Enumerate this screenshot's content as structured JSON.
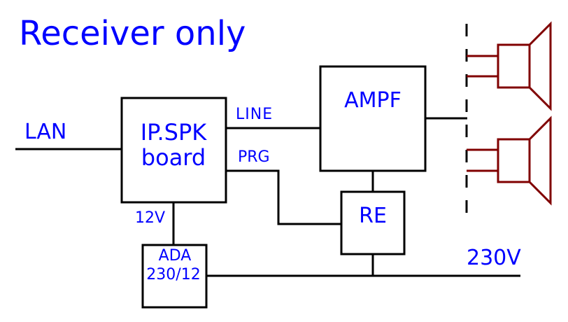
{
  "diagram": {
    "title": "Receiver only",
    "colors": {
      "label": "#0000ff",
      "line": "#000000",
      "speaker": "#800000"
    },
    "blocks": {
      "ipspk": {
        "line1": "IP.SPK",
        "line2": "board"
      },
      "ampf": {
        "label": "AMPF"
      },
      "re": {
        "label": "RE"
      },
      "ada": {
        "line1": "ADA",
        "line2": "230/12"
      }
    },
    "signals": {
      "lan": "LAN",
      "line": "LINE",
      "prg": "PRG",
      "v12": "12V",
      "v230": "230V"
    },
    "speakers": [
      {
        "name": "speaker-1"
      },
      {
        "name": "speaker-2"
      }
    ]
  }
}
